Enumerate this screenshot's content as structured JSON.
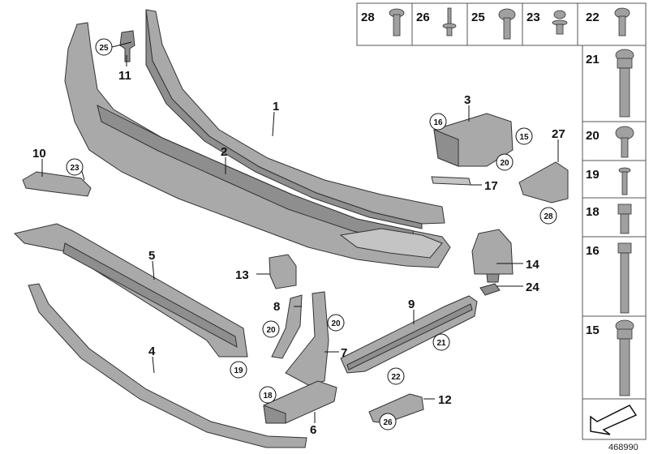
{
  "diagram": {
    "document_number": "468990",
    "callouts": [
      "1",
      "2",
      "3",
      "4",
      "5",
      "6",
      "7",
      "8",
      "9",
      "10",
      "11",
      "12",
      "13",
      "14",
      "17",
      "24",
      "27"
    ],
    "circled_callouts": [
      "15",
      "16",
      "18",
      "19",
      "20",
      "20",
      "20",
      "21",
      "22",
      "23",
      "25",
      "26",
      "28"
    ],
    "fastener_table": {
      "top_row": [
        "28",
        "26",
        "25",
        "23",
        "22"
      ],
      "right_column": [
        "21",
        "20",
        "19",
        "18",
        "16",
        "15"
      ]
    },
    "icons": [
      "direction-arrow-icon"
    ]
  }
}
